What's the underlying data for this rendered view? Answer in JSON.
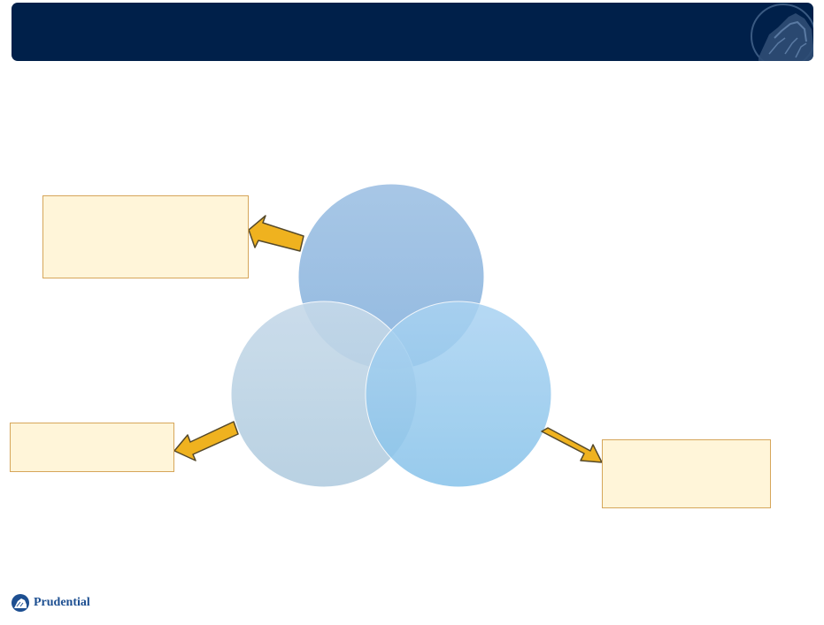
{
  "header": {
    "background_color": "#00204a",
    "logo_icon": "rock-of-gibraltar-icon"
  },
  "diagram": {
    "type": "venn",
    "circles": [
      {
        "position": "top",
        "color": "#8db7df"
      },
      {
        "position": "bottom-left",
        "color": "#b5cfe3"
      },
      {
        "position": "bottom-right",
        "color": "#8cc6ee"
      }
    ],
    "callouts": [
      {
        "position": "top-left",
        "text": ""
      },
      {
        "position": "left",
        "text": ""
      },
      {
        "position": "right",
        "text": ""
      }
    ],
    "arrow_color": "#efb21f",
    "callout_fill": "#fff5d9",
    "callout_border": "#d6a65a"
  },
  "footer": {
    "brand_name": "Prudential",
    "logo_icon": "prudential-rock-icon"
  }
}
